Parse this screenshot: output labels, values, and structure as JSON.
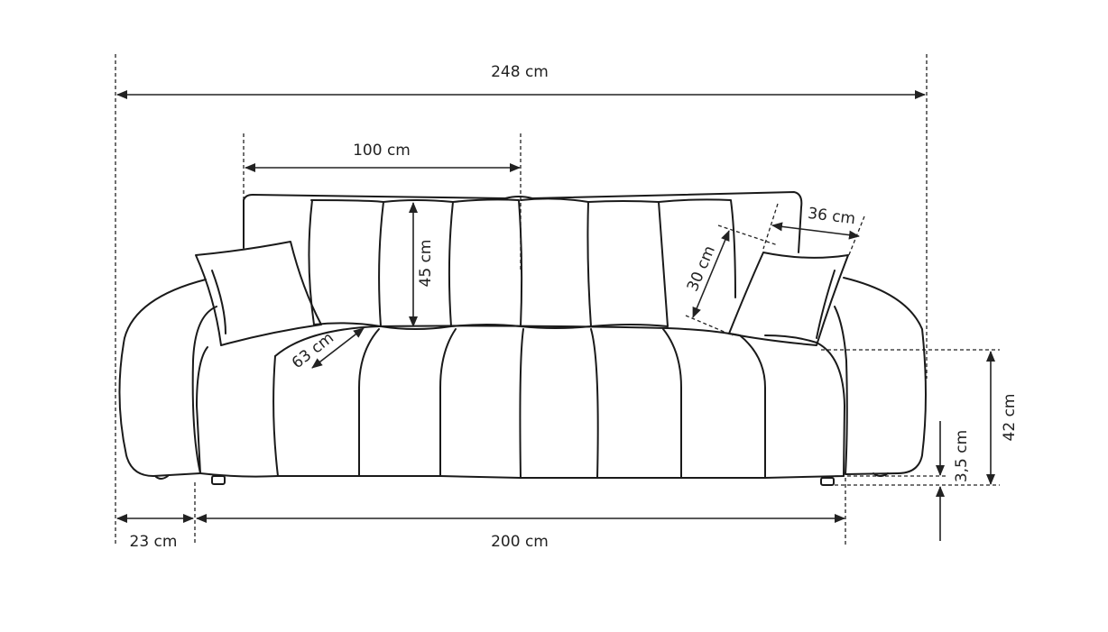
{
  "dimensions": {
    "total_width": "248 cm",
    "back_section_width": "100 cm",
    "back_height": "45 cm",
    "pillow_height": "30 cm",
    "pillow_width": "36 cm",
    "seat_depth": "63 cm",
    "seat_height": "42 cm",
    "leg_height": "3,5 cm",
    "arm_width": "23 cm",
    "seat_width": "200 cm"
  }
}
